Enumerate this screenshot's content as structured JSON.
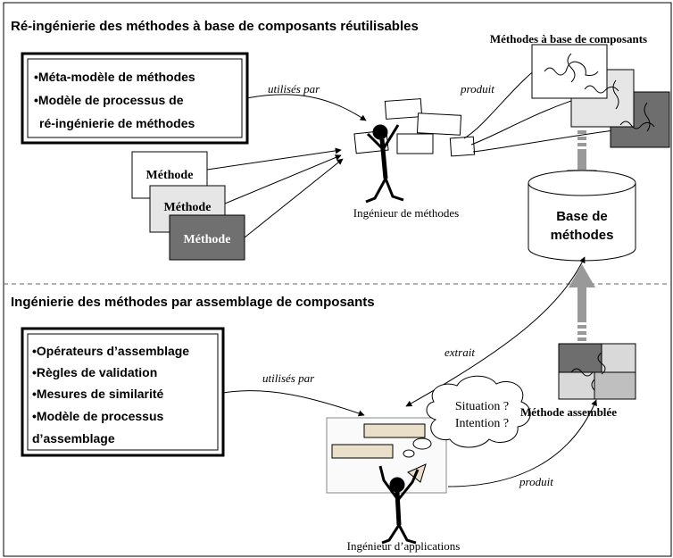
{
  "sections": {
    "top_title": "Ré-ingénierie des méthodes à base de composants réutilisables",
    "bottom_title": "Ingénierie des méthodes par assemblage de composants"
  },
  "top_box": {
    "lines": [
      "•Méta-modèle de méthodes",
      "•Modèle de processus de",
      "ré-ingénierie de méthodes"
    ]
  },
  "methods": [
    "Méthode",
    "Méthode",
    "Méthode"
  ],
  "labels": {
    "utilises_par_top": "utilisés par",
    "produit_top": "produit",
    "components_title": "Méthodes à base de composants",
    "method_engineer": "Ingénieur de méthodes",
    "database_line1": "Base de",
    "database_line2": "méthodes",
    "extrait": "extrait",
    "utilises_par_bottom": "utilisés par",
    "assembled_method": "Méthode assemblée",
    "produit_bottom": "produit",
    "application_engineer": "Ingénieur d’applications"
  },
  "bottom_box": {
    "lines": [
      "•Opérateurs d’assemblage",
      "•Règles de validation",
      "•Mesures de similarité",
      "•Modèle de processus",
      "d’assemblage"
    ]
  },
  "cloud": {
    "line1": "Situation ?",
    "line2": "Intention ?"
  },
  "colors": {
    "border": "#000000",
    "method_box_2": "#e6e6e6",
    "method_box_3": "#707070",
    "arrow_gray": "#999999",
    "piece_light": "#d9d9d9",
    "piece_mid": "#bfbfbf",
    "piece_dark": "#6e6e6e"
  }
}
